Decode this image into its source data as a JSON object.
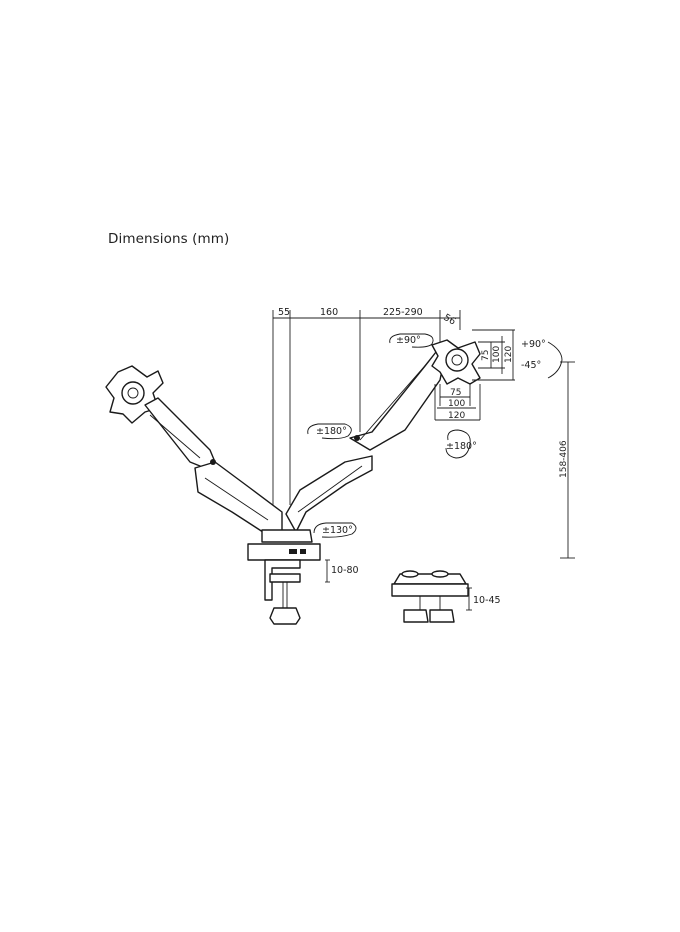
{
  "heading": "Dimensions (mm)",
  "dimensions": {
    "offset_55": "55",
    "offset_160": "160",
    "reach_225_290": "225-290",
    "offset_56": "56",
    "tilt_90": "±90°",
    "swivel_180_arm": "±180°",
    "rotate_130": "±130°",
    "rotate_180_plate": "±180°",
    "tilt_up": "+90°",
    "tilt_down": "-45°",
    "vesa_75_h": "75",
    "vesa_100_h": "100",
    "vesa_120_h": "120",
    "vesa_75_w": "75",
    "vesa_100_w": "100",
    "vesa_120_w": "120",
    "height_range": "158-406",
    "clamp_range": "10-80",
    "grommet_range": "10-45"
  }
}
